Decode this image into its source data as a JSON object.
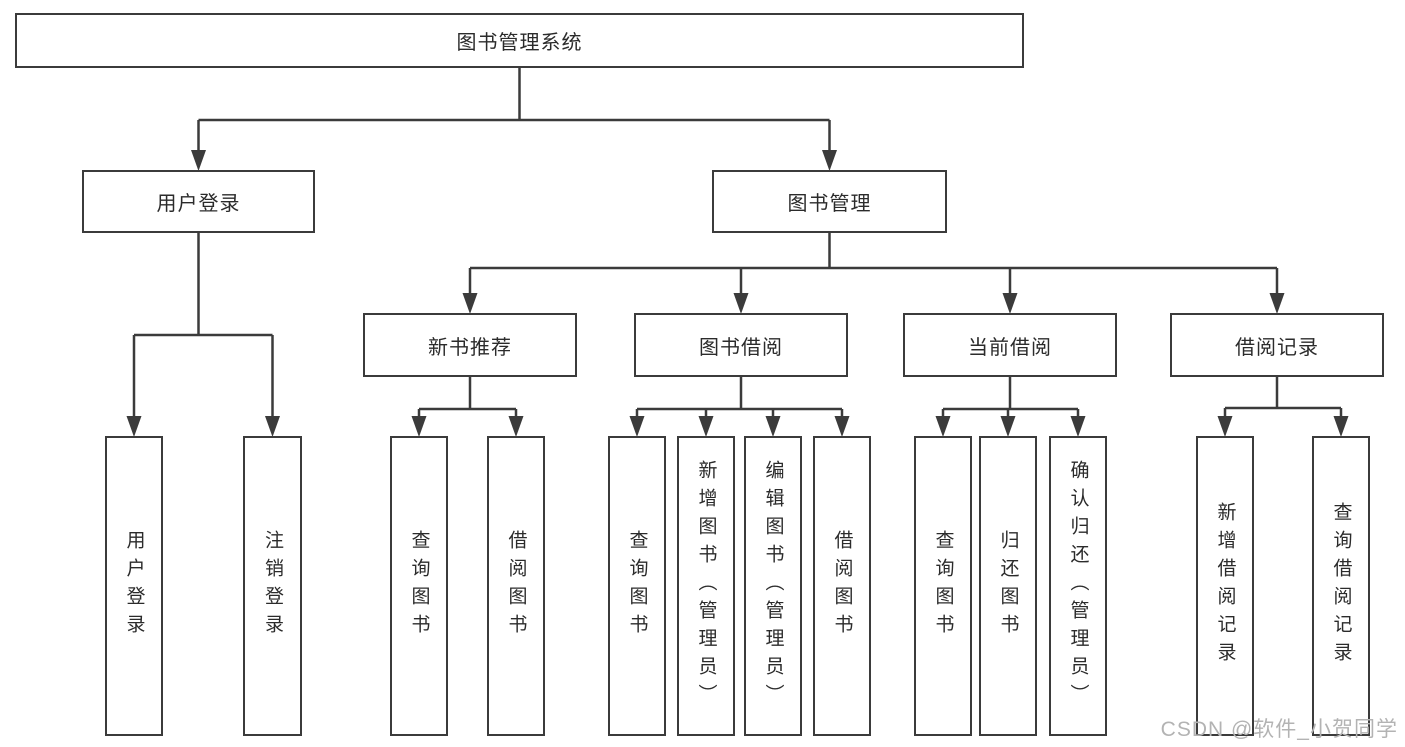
{
  "nodes": {
    "root": "图书管理系统",
    "userLogin": "用户登录",
    "bookMgmt": "图书管理",
    "newBook": "新书推荐",
    "bookBorrow": "图书借阅",
    "currentBorrow": "当前借阅",
    "borrowRecords": "借阅记录",
    "leafUserLogin": "用户登录",
    "leafLogout": "注销登录",
    "leafNbQuery": "查询图书",
    "leafNbBorrow": "借阅图书",
    "leafBbQuery": "查询图书",
    "leafBbAdd": "新增图书（管理员）",
    "leafBbEdit": "编辑图书（管理员）",
    "leafBbBorrow": "借阅图书",
    "leafCbQuery": "查询图书",
    "leafCbReturn": "归还图书",
    "leafCbConfirm": "确认归还（管理员）",
    "leafBrAdd": "新增借阅记录",
    "leafBrQuery": "查询借阅记录"
  },
  "watermark": "CSDN @软件_小贺同学",
  "colors": {
    "line": "#3b3b3b",
    "box_border": "#3b3b3b",
    "text": "#2b2b2b",
    "background": "#ffffff",
    "watermark": "#b3b3b3"
  }
}
